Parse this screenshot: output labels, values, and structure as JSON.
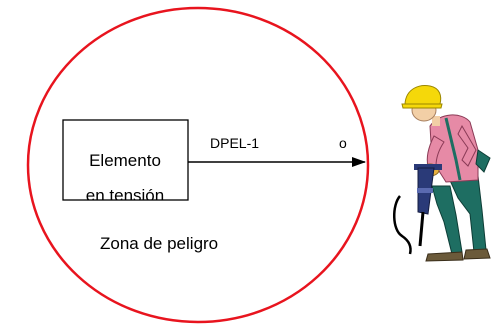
{
  "diagram": {
    "element_label": "Elemento",
    "element_label_cut": "en tensión",
    "distance_label": "DPEL-1",
    "endpoint_label": "o",
    "zone_label": "Zona de peligro"
  },
  "colors": {
    "zone_border": "#e8141e",
    "line": "#000000",
    "helmet": "#f5d80a",
    "shirt": "#e68aa6",
    "trousers": "#1e6e62",
    "glove": "#e8b040",
    "tool": "#2a3a78",
    "skin": "#f2cfa6",
    "boots": "#6b5a3a"
  },
  "icons": [
    "worker-with-jackhammer-icon"
  ]
}
